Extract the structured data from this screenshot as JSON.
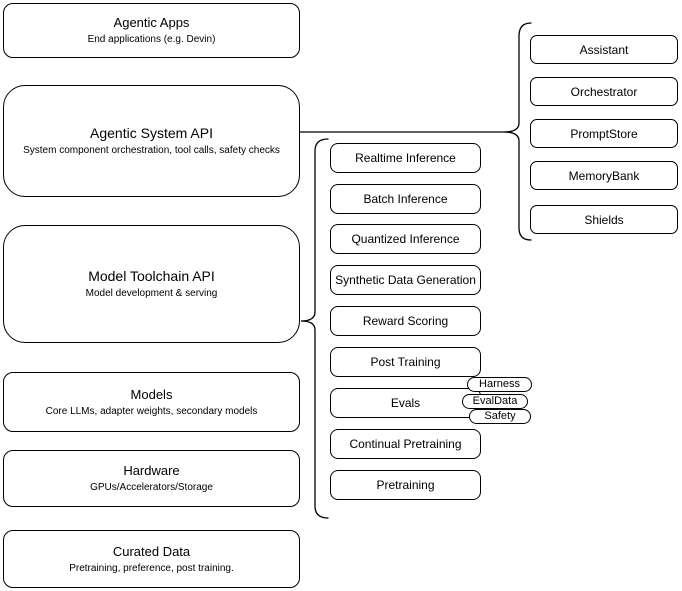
{
  "diagram": {
    "stack": [
      {
        "title": "Agentic Apps",
        "subtitle": "End applications (e.g. Devin)"
      },
      {
        "title": "Agentic System API",
        "subtitle": "System component orchestration, tool calls, safety checks"
      },
      {
        "title": "Model Toolchain API",
        "subtitle": "Model development & serving"
      },
      {
        "title": "Models",
        "subtitle": "Core LLMs, adapter weights, secondary models"
      },
      {
        "title": "Hardware",
        "subtitle": "GPUs/Accelerators/Storage"
      },
      {
        "title": "Curated Data",
        "subtitle": "Pretraining, preference, post training."
      }
    ],
    "toolchain_components": [
      "Realtime Inference",
      "Batch Inference",
      "Quantized Inference",
      "Synthetic Data Generation",
      "Reward Scoring",
      "Post Training",
      "Evals",
      "Continual Pretraining",
      "Pretraining"
    ],
    "eval_badges": [
      "Harness",
      "EvalData",
      "Safety"
    ],
    "system_components": [
      "Assistant",
      "Orchestrator",
      "PromptStore",
      "MemoryBank",
      "Shields"
    ],
    "colors": {
      "stroke": "#000000",
      "fill": "#ffffff",
      "text": "#000000",
      "background": "#ffffff"
    }
  }
}
